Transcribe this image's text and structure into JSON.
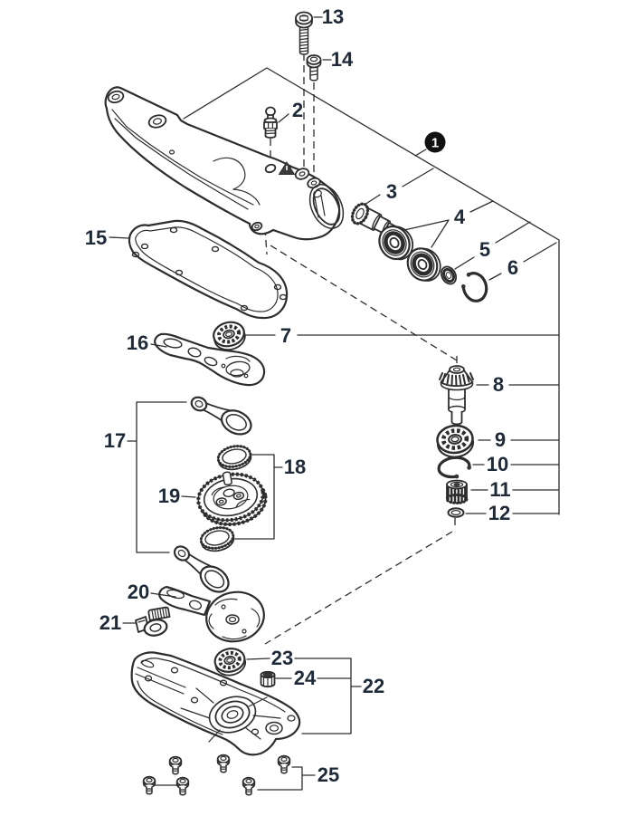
{
  "figure": {
    "background": "#ffffff",
    "line_color": "#2d2d2d",
    "label_color": "#1e2a38",
    "assembly_badge": {
      "text": "1",
      "bg": "#111111",
      "fg": "#ffffff"
    }
  },
  "callouts": {
    "c1": "1",
    "c2": "2",
    "c3": "3",
    "c4": "4",
    "c5": "5",
    "c6": "6",
    "c7": "7",
    "c8": "8",
    "c9": "9",
    "c10": "10",
    "c11": "11",
    "c12": "12",
    "c13": "13",
    "c14": "14",
    "c15": "15",
    "c16": "16",
    "c17": "17",
    "c18": "18",
    "c19": "19",
    "c20": "20",
    "c21": "21",
    "c22": "22",
    "c23": "23",
    "c24": "24",
    "c25": "25"
  }
}
